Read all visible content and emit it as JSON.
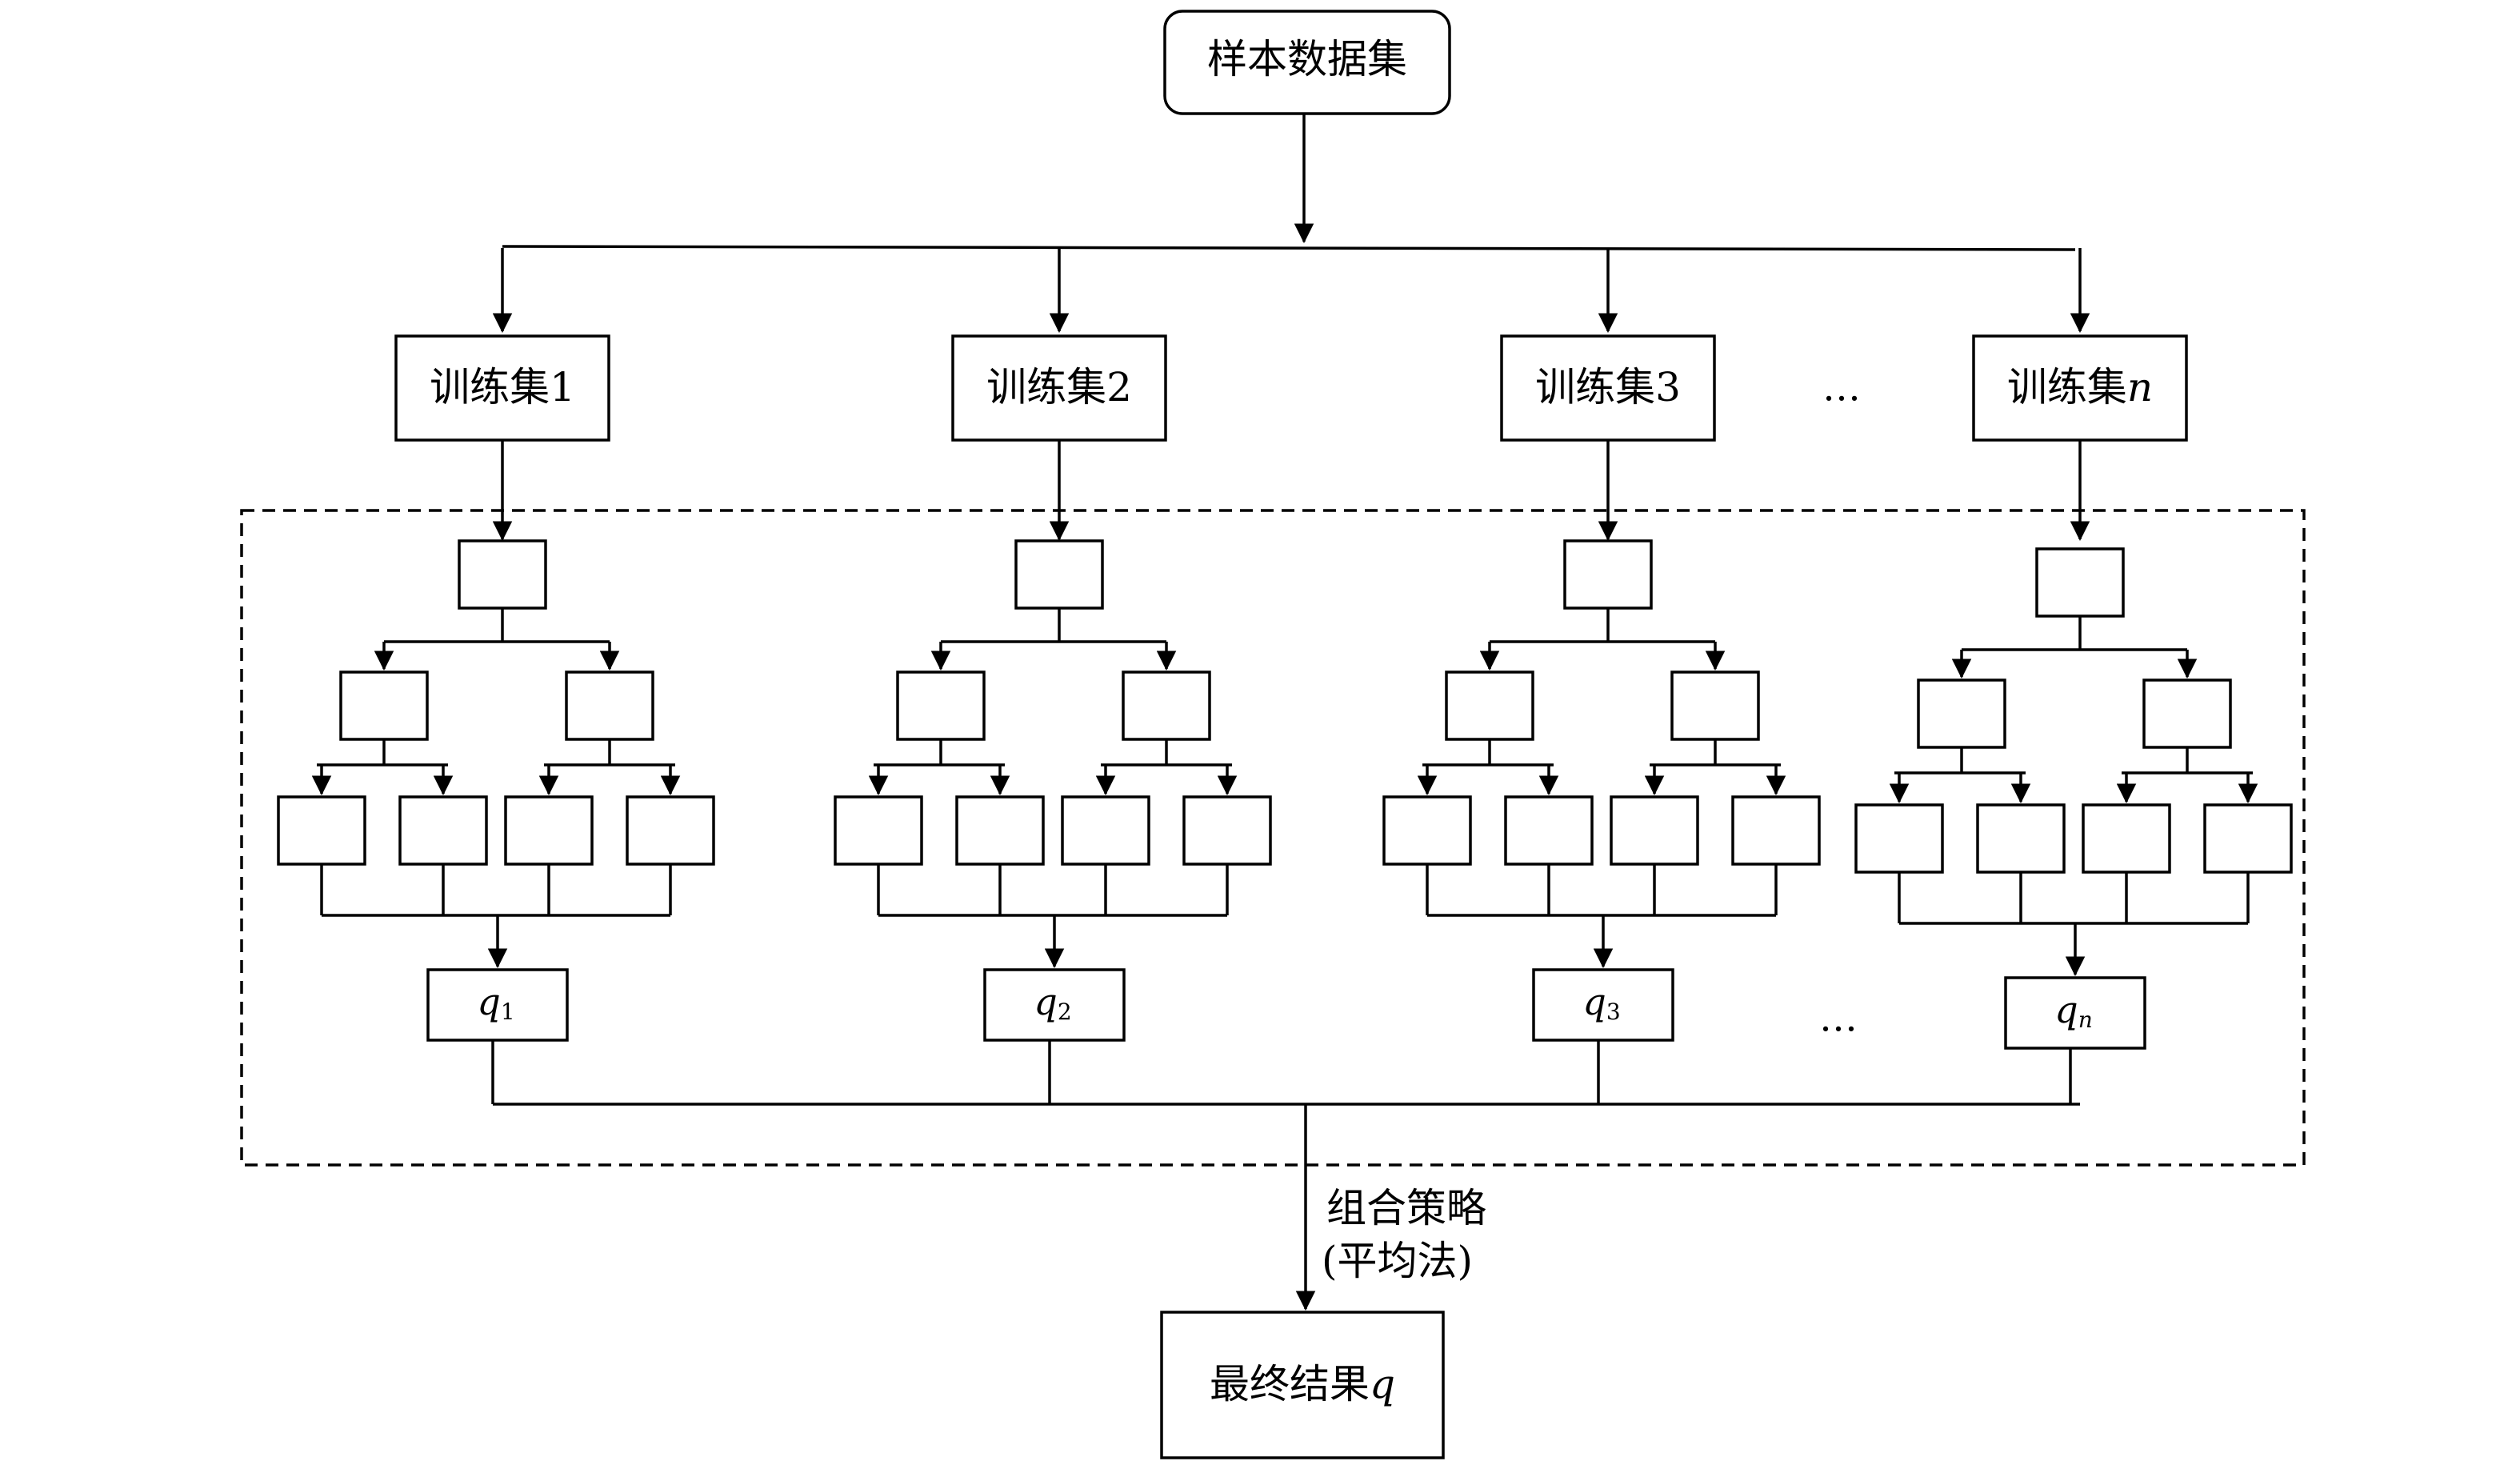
{
  "title_node": "样本数据集",
  "training_sets": [
    {
      "prefix": "训练集",
      "index": "1",
      "italic": false
    },
    {
      "prefix": "训练集",
      "index": "2",
      "italic": false
    },
    {
      "prefix": "训练集",
      "index": "3",
      "italic": false
    },
    {
      "prefix": "训练集",
      "index": "n",
      "italic": true
    }
  ],
  "ellipsis": "…",
  "tree_outputs": [
    {
      "symbol": "q",
      "sub": "1"
    },
    {
      "symbol": "q",
      "sub": "2"
    },
    {
      "symbol": "q",
      "sub": "3"
    },
    {
      "symbol": "q",
      "sub": "n"
    }
  ],
  "strategy": {
    "line1": "组合策略",
    "line2": "(平均法)"
  },
  "final_result": {
    "prefix": "最终结果",
    "symbol": "q"
  }
}
